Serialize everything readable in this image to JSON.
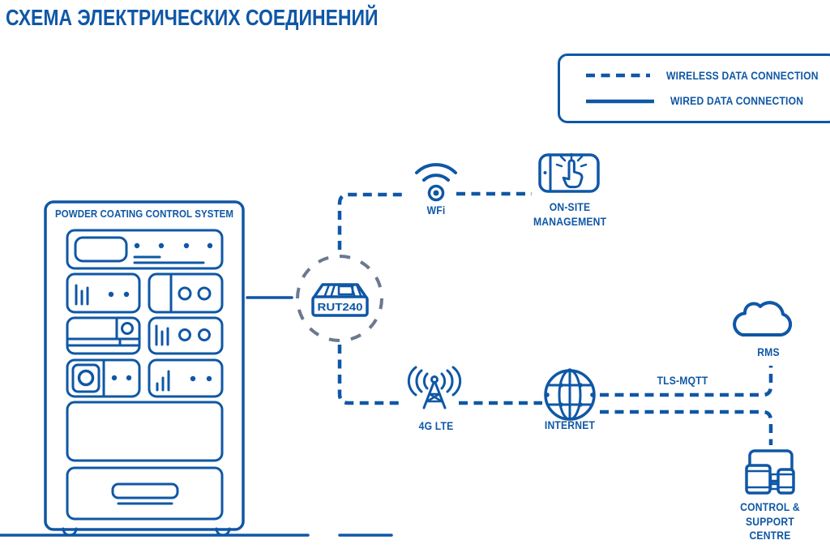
{
  "title": "СХЕМА ЭЛЕКТРИЧЕСКИХ СОЕДИНЕНИЙ",
  "colors": {
    "primary": "#0f57a6",
    "dash_circle": "#6c7890",
    "background": "#ffffff"
  },
  "legend": {
    "wireless_label": "WIRELESS DATA CONNECTION",
    "wired_label": "WIRED DATA CONNECTION"
  },
  "cabinet": {
    "title": "POWDER COATING CONTROL SYSTEM",
    "icon": "control-cabinet-icon"
  },
  "router": {
    "model": "RUT240",
    "icon": "router-box-icon"
  },
  "nodes": {
    "wifi": {
      "label": "WFi",
      "icon": "wifi-icon"
    },
    "onsite": {
      "label": "ON-SITE MANAGEMENT",
      "icon": "tablet-touch-icon"
    },
    "lte": {
      "label": "4G LTE",
      "icon": "antenna-tower-icon"
    },
    "internet": {
      "label": "INTERNET",
      "icon": "globe-icon"
    },
    "rms": {
      "label": "RMS",
      "icon": "cloud-icon"
    },
    "control_centre": {
      "label": "CONTROL & SUPPORT CENTRE",
      "icon": "devices-icon"
    }
  },
  "connections": {
    "tls_mqtt_label": "TLS-MQTT"
  }
}
